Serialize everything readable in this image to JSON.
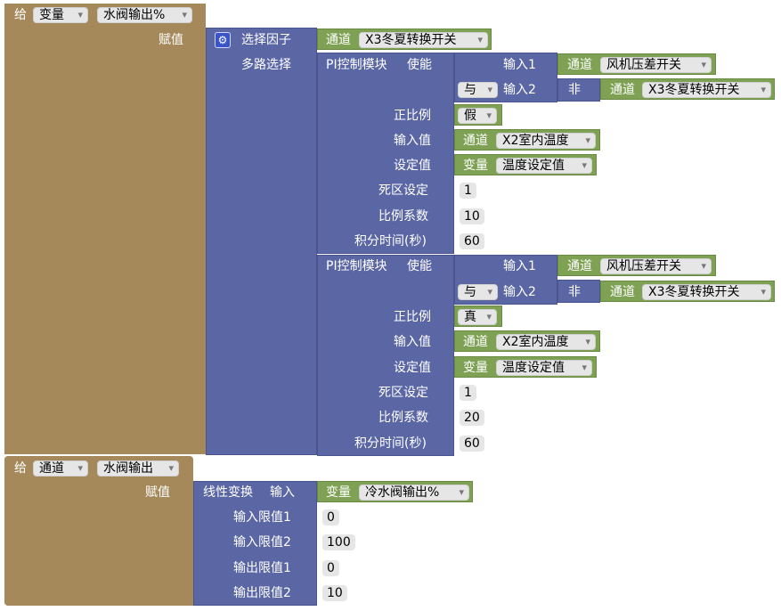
{
  "block1": {
    "give": "给",
    "var_type": "变量",
    "var_name": "水阀输出%",
    "assign": "赋值",
    "select_factor": "选择因子",
    "select_channel_label": "通道",
    "select_channel_value": "X3冬夏转换开关",
    "multi_select": "多路选择",
    "pi1": {
      "title": "PI控制模块",
      "enable": "使能",
      "input1_label": "输入1",
      "input1_channel": "通道",
      "input1_value": "风机压差开关",
      "and_op": "与",
      "input2_label": "输入2",
      "not_label": "非",
      "input2_channel": "通道",
      "input2_value": "X3冬夏转换开关",
      "proportional_label": "正比例",
      "proportional_value": "假",
      "input_value_label": "输入值",
      "input_value_channel": "通道",
      "input_value_value": "X2室内温度",
      "setpoint_label": "设定值",
      "setpoint_var": "变量",
      "setpoint_value": "温度设定值",
      "deadband_label": "死区设定",
      "deadband_value": "1",
      "gain_label": "比例系数",
      "gain_value": "10",
      "integral_label": "积分时间(秒)",
      "integral_value": "60"
    },
    "pi2": {
      "title": "PI控制模块",
      "enable": "使能",
      "input1_label": "输入1",
      "input1_channel": "通道",
      "input1_value": "风机压差开关",
      "and_op": "与",
      "input2_label": "输入2",
      "not_label": "非",
      "input2_channel": "通道",
      "input2_value": "X3冬夏转换开关",
      "proportional_label": "正比例",
      "proportional_value": "真",
      "input_value_label": "输入值",
      "input_value_channel": "通道",
      "input_value_value": "X2室内温度",
      "setpoint_label": "设定值",
      "setpoint_var": "变量",
      "setpoint_value": "温度设定值",
      "deadband_label": "死区设定",
      "deadband_value": "1",
      "gain_label": "比例系数",
      "gain_value": "20",
      "integral_label": "积分时间(秒)",
      "integral_value": "60"
    }
  },
  "block2": {
    "give": "给",
    "var_type": "通道",
    "var_name": "水阀输出",
    "assign": "赋值",
    "linear": "线性变换",
    "input": "输入",
    "input_var": "变量",
    "input_value": "冷水阀输出%",
    "in_lim1_label": "输入限值1",
    "in_lim1": "0",
    "in_lim2_label": "输入限值2",
    "in_lim2": "100",
    "out_lim1_label": "输出限值1",
    "out_lim1": "0",
    "out_lim2_label": "输出限值2",
    "out_lim2": "10"
  }
}
